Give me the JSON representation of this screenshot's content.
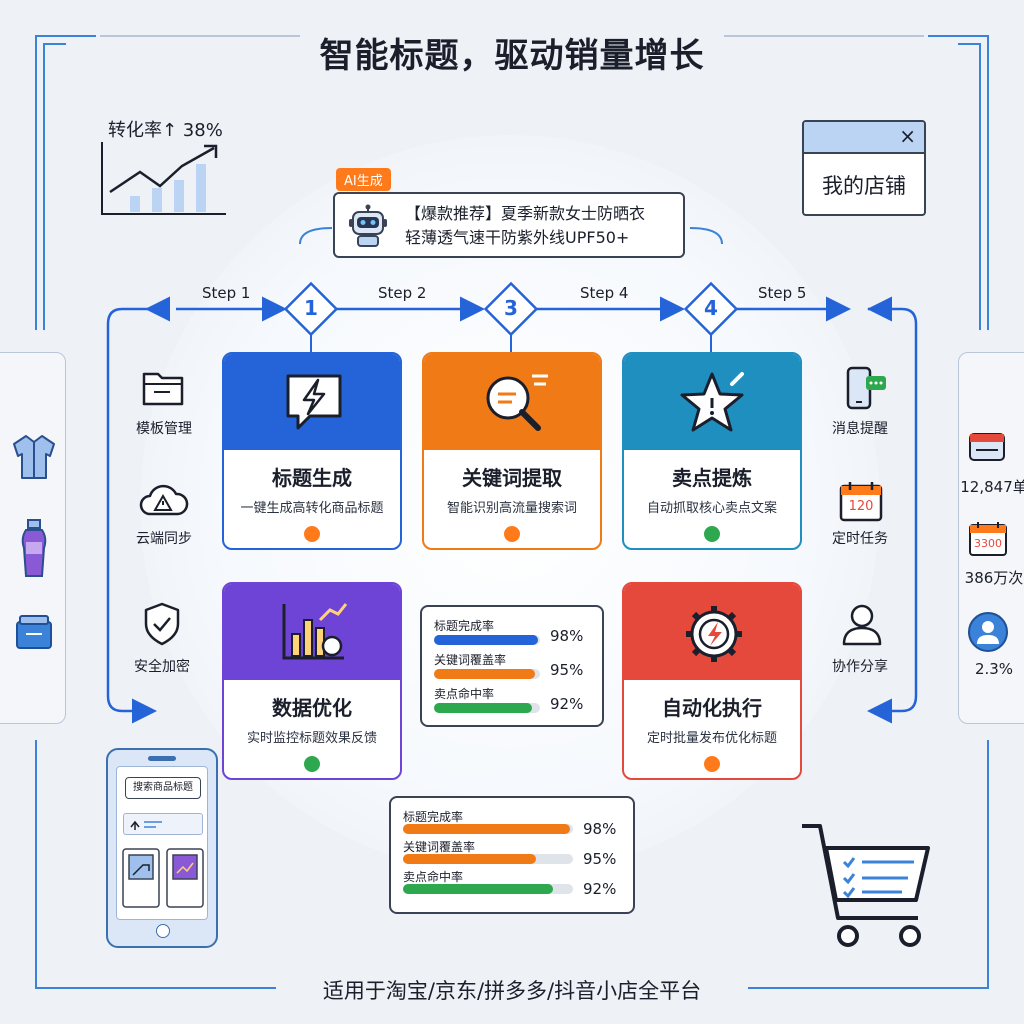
{
  "title": "智能标题，驱动销量增长",
  "footer": "适用于淘宝/京东/拼多多/抖音小店全平台",
  "conversion": {
    "label": "转化率↑ 38%"
  },
  "store_window": {
    "label": "我的店铺",
    "close": "×"
  },
  "ai_banner": {
    "tag": "AI生成",
    "line1": "【爆款推荐】夏季新款女士防晒衣",
    "line2": "轻薄透气速干防紫外线UPF50+"
  },
  "steps": [
    {
      "label": "Step 1"
    },
    {
      "label": "Step 2"
    },
    {
      "label": "Step 4"
    },
    {
      "label": "Step 5"
    }
  ],
  "step_markers": [
    "1",
    "3",
    "4"
  ],
  "cards": [
    {
      "title": "标题生成",
      "desc": "一键生成高转化商品标题",
      "color": "#2563d9",
      "dot": "#ff7a1a",
      "icon": "lightning-chat-icon"
    },
    {
      "title": "关键词提取",
      "desc": "智能识别高流量搜索词",
      "color": "#f07b16",
      "dot": "#ff7a1a",
      "icon": "magnifier-icon"
    },
    {
      "title": "卖点提炼",
      "desc": "自动抓取核心卖点文案",
      "color": "#1f8fbf",
      "dot": "#2ea84f",
      "icon": "star-icon"
    },
    {
      "title": "数据优化",
      "desc": "实时监控标题效果反馈",
      "color": "#6e44d6",
      "dot": "#2ea84f",
      "icon": "bar-chart-icon"
    },
    {
      "title": "自动化执行",
      "desc": "定时批量发布优化标题",
      "color": "#e4493c",
      "dot": "#ff7a1a",
      "icon": "gear-lightning-icon"
    }
  ],
  "left_tools": [
    {
      "label": "模板管理",
      "icon": "folder-icon"
    },
    {
      "label": "云端同步",
      "icon": "cloud-warning-icon"
    },
    {
      "label": "安全加密",
      "icon": "shield-check-icon"
    }
  ],
  "right_tools": [
    {
      "label": "消息提醒",
      "icon": "phone-message-icon"
    },
    {
      "label": "定时任务",
      "icon": "calendar-icon",
      "badge": "120"
    },
    {
      "label": "协作分享",
      "icon": "user-icon"
    }
  ],
  "right_stats": [
    {
      "value": "12,847单",
      "icon": "orders-icon"
    },
    {
      "value": "386万次",
      "icon": "calendar-views-icon",
      "badge": "3300"
    },
    {
      "value": "2.3%",
      "icon": "users-icon"
    }
  ],
  "left_products": [
    {
      "icon": "jacket-icon"
    },
    {
      "icon": "bottle-icon"
    },
    {
      "icon": "box-icon"
    }
  ],
  "metrics_small": [
    {
      "label": "标题完成率",
      "value": "98%",
      "pct": 98,
      "color": "#2563d9"
    },
    {
      "label": "关键词覆盖率",
      "value": "95%",
      "pct": 95,
      "color": "#f07b16"
    },
    {
      "label": "卖点命中率",
      "value": "92%",
      "pct": 92,
      "color": "#2ea84f"
    }
  ],
  "metrics_large": [
    {
      "label": "标题完成率",
      "value": "98%",
      "pct": 98,
      "color": "#f07b16"
    },
    {
      "label": "关键词覆盖率",
      "value": "95%",
      "pct": 78,
      "color": "#f07b16"
    },
    {
      "label": "卖点命中率",
      "value": "92%",
      "pct": 88,
      "color": "#2ea84f"
    }
  ],
  "phone": {
    "search": "搜索商品标题"
  }
}
